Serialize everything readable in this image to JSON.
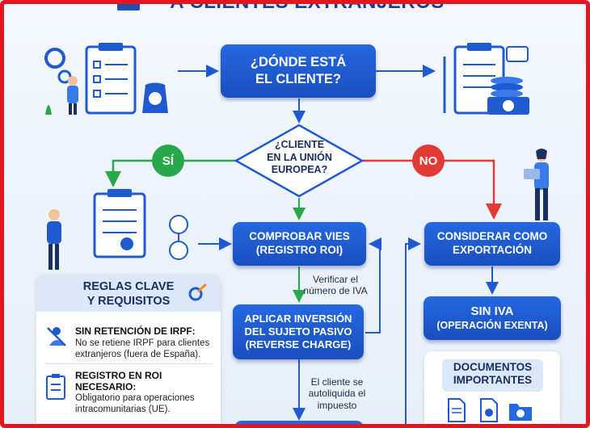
{
  "header": {
    "title": "A CLIENTES EXTRANJEROS"
  },
  "flow": {
    "question": {
      "line1": "¿DÓNDE ESTÁ",
      "line2": "EL CLIENTE?"
    },
    "decision": {
      "line1": "¿CLIENTE",
      "line2": "EN LA UNIÓN",
      "line3": "EUROPEA?"
    },
    "yes_label": "SÍ",
    "no_label": "NO",
    "vies": {
      "line1": "COMPROBAR VIES",
      "line2": "(REGISTRO ROI)"
    },
    "vies_note": {
      "line1": "Verificar el",
      "line2": "número de IVA"
    },
    "reverse": {
      "line1": "APLICAR INVERSIÓN",
      "line2": "DEL SUJETO PASIVO",
      "line3": "(REVERSE CHARGE)"
    },
    "reverse_note": {
      "line1": "El cliente se",
      "line2": "autoliquida el",
      "line3": "impuesto"
    },
    "export": {
      "line1": "CONSIDERAR COMO",
      "line2": "EXPORTACIÓN"
    },
    "no_vat": {
      "line1": "SIN IVA",
      "line2": "(OPERACIÓN EXENTA)"
    }
  },
  "rules": {
    "heading": {
      "line1": "REGLAS CLAVE",
      "line2": "Y REQUISITOS"
    },
    "items": [
      {
        "title": "SIN RETENCIÓN DE IRPF:",
        "text": "No se retiene IRPF para clientes extranjeros (fuera de España)."
      },
      {
        "title_line1": "REGISTRO EN ROI",
        "title_line2": "NECESARIO:",
        "text": "Obligatorio para operaciones intracomunitarias (UE)."
      }
    ]
  },
  "documents": {
    "heading": {
      "line1": "DOCUMENTOS",
      "line2": "IMPORTANTES"
    }
  },
  "colors": {
    "primary": "#1f5bd0",
    "yes": "#27a84a",
    "no": "#e23a35",
    "panel_head": "#dbe8fa"
  }
}
